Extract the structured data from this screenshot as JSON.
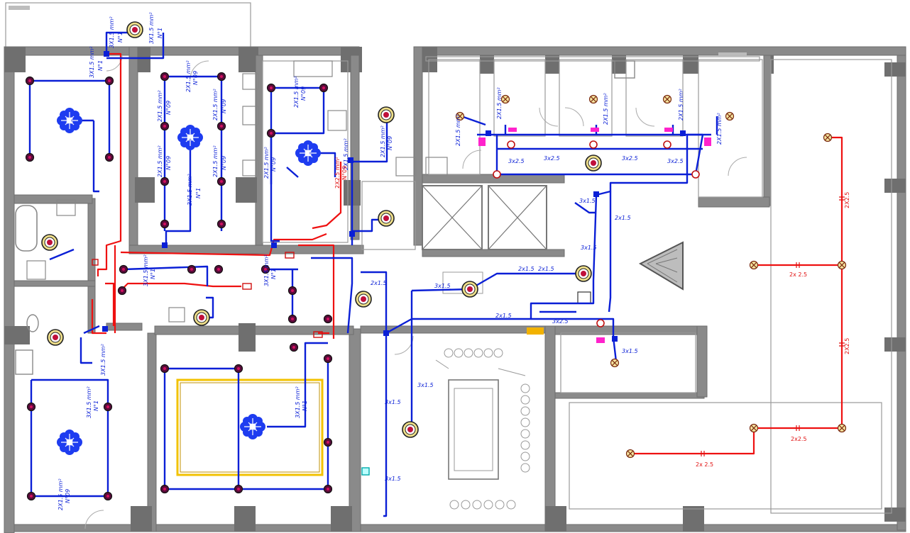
{
  "colors": {
    "wall": "#8a8a8a",
    "blue_circuit": "#0a1fd6",
    "red_circuit": "#ee1111",
    "fixture_ring": "#f0e08a",
    "fixture_core": "#c0103a",
    "magenta": "#ff22cc",
    "yellow_outline": "#f2c200",
    "light_fixture_outline": "#a01010"
  },
  "icons": {
    "downlight": "downlight-icon",
    "ceiling_fixture": "ceiling-fixture-icon",
    "chandelier": "chandelier-icon",
    "cross_light": "cross-light-icon",
    "elevator_shaft": "elevator-shaft-icon",
    "stair": "stair-icon"
  },
  "labels": {
    "cable_3x15_n": "3X1.5 mm²",
    "cable_2x15_n": "2X1.5 mm²",
    "cable_2x25_n": "2X2.5 mm²",
    "circuit_n1": "N°1",
    "circuit_n9": "N°09",
    "seg_3x25": "3x2.5",
    "seg_3x15": "3x1.5",
    "seg_2x15": "2x1.5",
    "seg_2x25": "2x2.5",
    "seg_2x25_spaced": "2x 2.5",
    "seg_2x25_up": "2X2.5"
  }
}
